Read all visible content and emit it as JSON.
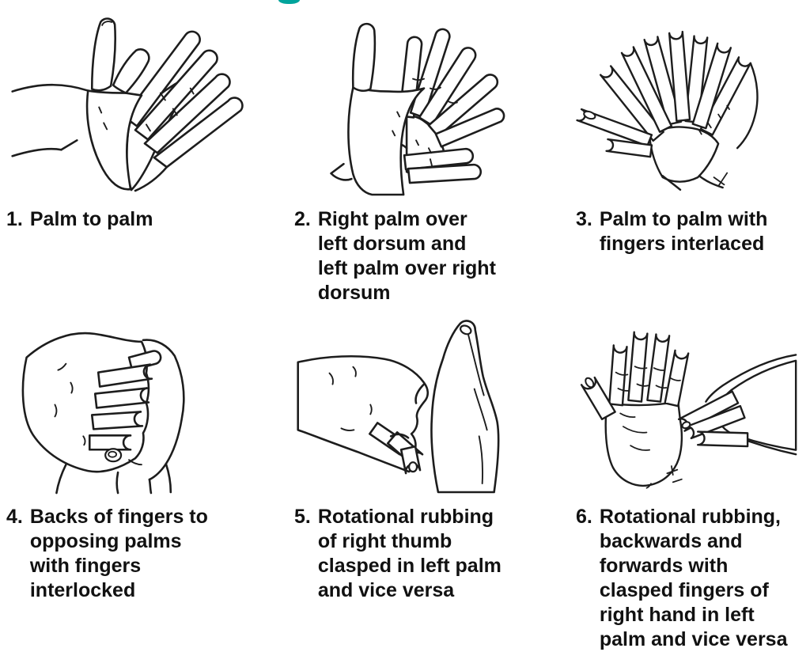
{
  "page": {
    "background": "#ffffff",
    "accent_color": "#00a49c",
    "line_color": "#1d1d1d"
  },
  "steps": [
    {
      "number": "1.",
      "caption": "Palm to palm",
      "alt": "Two hands rubbing palm to palm, thumb raised"
    },
    {
      "number": "2.",
      "caption": "Right palm over\nleft dorsum and\nleft palm over right\ndorsum",
      "alt": "Right palm rubbing over the back of the left hand with fingers spread"
    },
    {
      "number": "3.",
      "caption": "Palm to palm with\nfingers interlaced",
      "alt": "Palms together with fingers interlaced"
    },
    {
      "number": "4.",
      "caption": "Backs of fingers to\nopposing palms\nwith fingers\ninterlocked",
      "alt": "Two fists with fingers interlocked, backs of fingers against opposing palms"
    },
    {
      "number": "5.",
      "caption": "Rotational rubbing\nof right thumb\nclasped in left palm\nand vice versa",
      "alt": "Left fist clasped around upright right thumb for rotational rubbing"
    },
    {
      "number": "6.",
      "caption": "Rotational rubbing,\nbackwards and\nforwards with\nclasped fingers of\nright hand in left\npalm and vice versa",
      "alt": "Fingertips of right hand rubbing rotationally in open left palm"
    }
  ]
}
